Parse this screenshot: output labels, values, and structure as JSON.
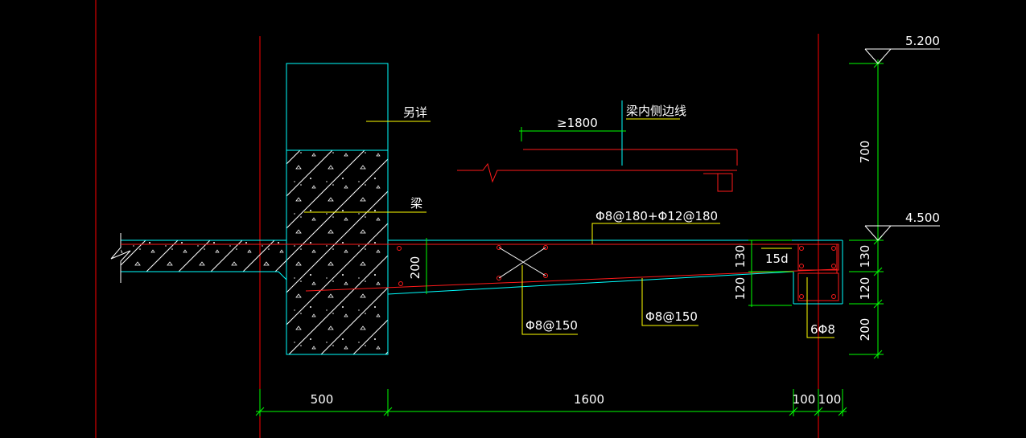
{
  "colors": {
    "background": "#000000",
    "axis_red": "#ff0000",
    "outline_cyan": "#00ffff",
    "rebar_red": "#ff1a1a",
    "leader_yellow": "#ffff00",
    "dimension_green": "#00ff00",
    "text_white": "#ffffff"
  },
  "labels": {
    "other_detail": "另详",
    "beam": "梁",
    "beam_inner_side_line": "梁内侧边线",
    "min_length": "≥1800",
    "top_rebar": "Φ8@180+Φ12@180",
    "cross_rebar": "Φ8@150",
    "bottom_rebar": "Φ8@150",
    "anchor": "15d",
    "edge_beam_rebar": "6Φ8"
  },
  "elevations": {
    "top": "5.200",
    "slab": "4.500"
  },
  "dimensions": {
    "bottom": [
      "500",
      "1600",
      "100",
      "100"
    ],
    "right": [
      "700",
      "130",
      "120",
      "200"
    ],
    "slab_root": "200",
    "edge_upper": "130",
    "edge_lower": "120"
  }
}
